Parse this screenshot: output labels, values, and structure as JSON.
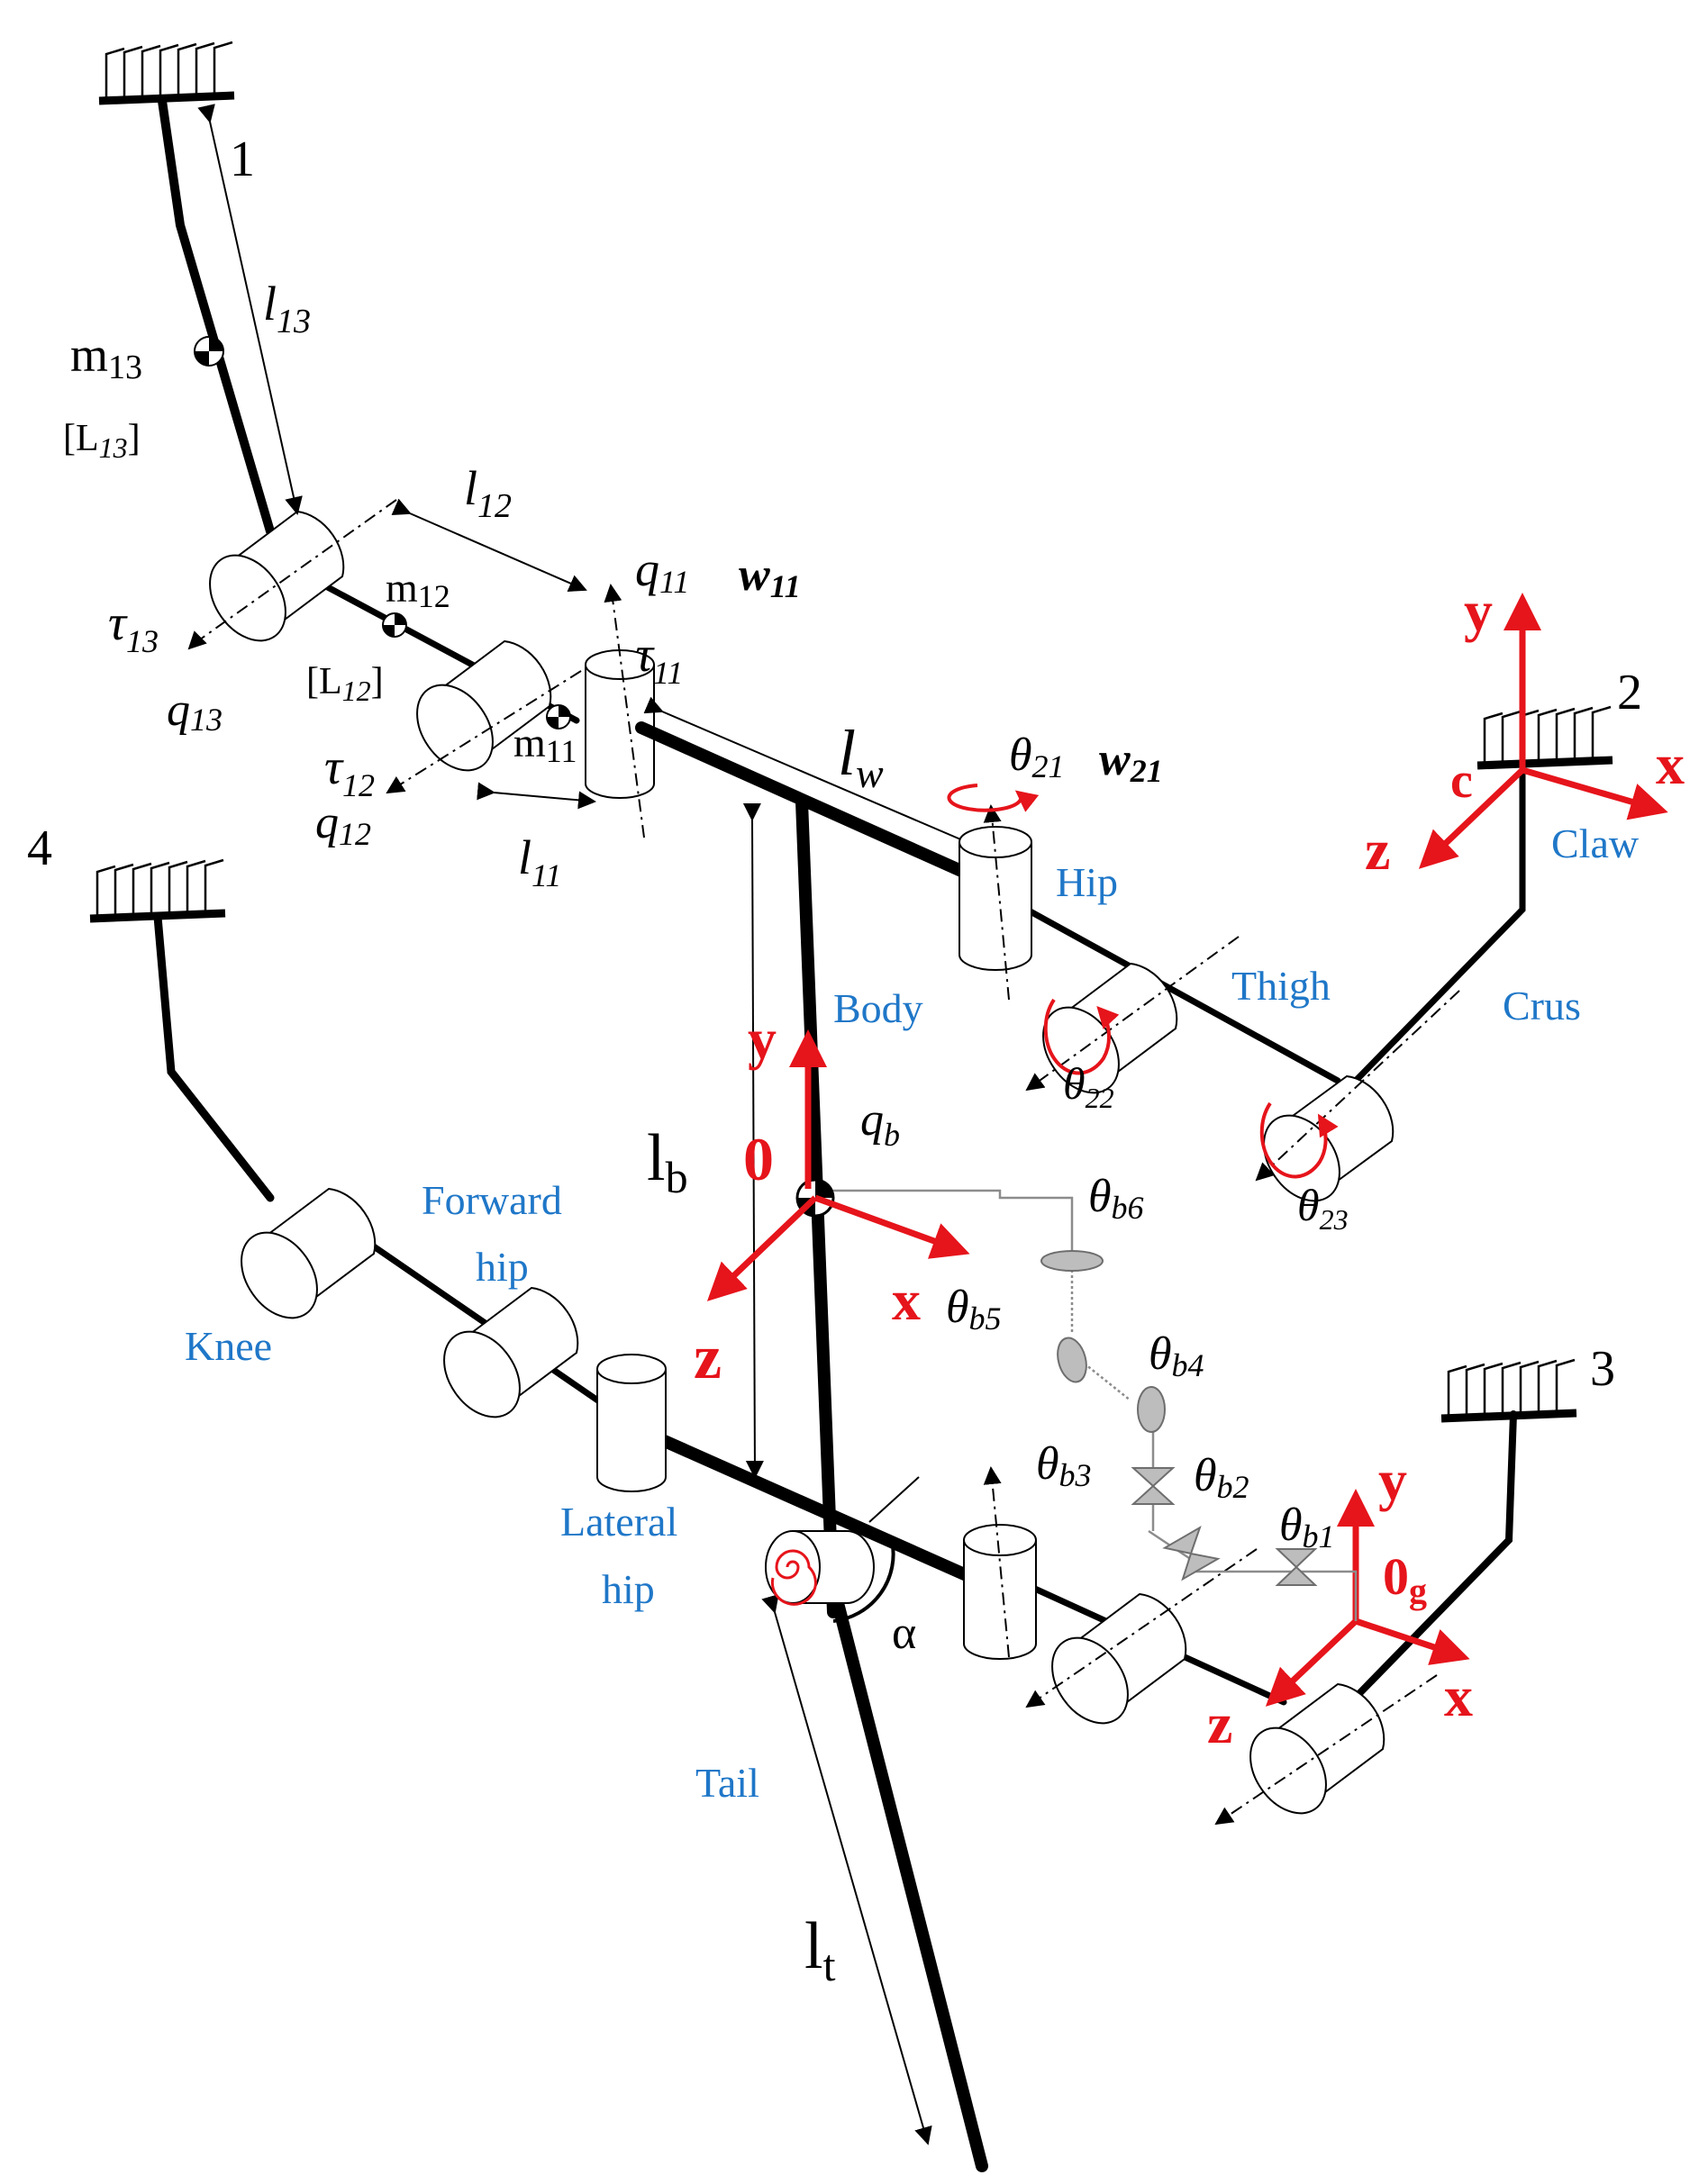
{
  "labels": {
    "leg1": "1",
    "leg2": "2",
    "leg3": "3",
    "leg4": "4",
    "m13": "m",
    "m13_sub": "13",
    "L13": "[L",
    "L13_sub": "13",
    "L13_close": "]",
    "l13": "l",
    "l13_sub": "13",
    "l12": "l",
    "l12_sub": "12",
    "m12": "m",
    "m12_sub": "12",
    "L12": "[L",
    "L12_sub": "12",
    "L12_close": "]",
    "tau13": "τ",
    "tau13_sub": "13",
    "q13": "q",
    "q13_sub": "13",
    "q11": "q",
    "q11_sub": "11",
    "w11": "w",
    "w11_sub": "11",
    "tau11": "τ",
    "tau11_sub": "11",
    "m11": "m",
    "m11_sub": "11",
    "tau12": "τ",
    "tau12_sub": "12",
    "q12": "q",
    "q12_sub": "12",
    "l11": "l",
    "l11_sub": "11",
    "lw": "l",
    "lw_sub": "w",
    "theta21": "θ",
    "theta21_sub": "21",
    "w21": "w",
    "w21_sub": "21",
    "theta22": "θ",
    "theta22_sub": "22",
    "theta23": "θ",
    "theta23_sub": "23",
    "lb": "l",
    "lb_sub": "b",
    "qb": "q",
    "qb_sub": "b",
    "theta_b6": "θ",
    "theta_b6_sub": "b6",
    "theta_b5": "θ",
    "theta_b5_sub": "b5",
    "theta_b4": "θ",
    "theta_b4_sub": "b4",
    "theta_b3": "θ",
    "theta_b3_sub": "b3",
    "theta_b2": "θ",
    "theta_b2_sub": "b2",
    "theta_b1": "θ",
    "theta_b1_sub": "b1",
    "alpha": "α",
    "lt": "l",
    "lt_sub": "t"
  },
  "parts": {
    "hip": "Hip",
    "thigh": "Thigh",
    "crus": "Crus",
    "claw": "Claw",
    "body": "Body",
    "forward_hip_1": "Forward",
    "forward_hip_2": "hip",
    "knee": "Knee",
    "lateral_hip_1": "Lateral",
    "lateral_hip_2": "hip",
    "tail": "Tail"
  },
  "frames": {
    "body_origin": "0",
    "body_x": "x",
    "body_y": "y",
    "body_z": "z",
    "claw_origin": "c",
    "claw_x": "x",
    "claw_y": "y",
    "claw_z": "z",
    "ground_origin": "0",
    "ground_origin_sub": "g",
    "ground_x": "x",
    "ground_y": "y",
    "ground_z": "z"
  },
  "colors": {
    "frame_axes": "#e6141b",
    "part_labels": "#1f77c8",
    "virtual_joints": "#8c8c8c",
    "links": "#000000"
  }
}
